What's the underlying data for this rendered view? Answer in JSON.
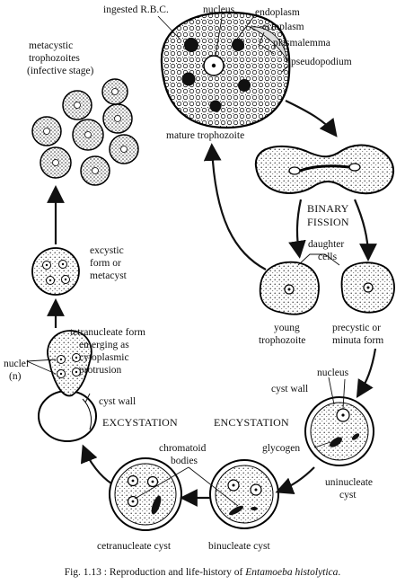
{
  "labels": {
    "ingested_rbc": "ingested R.B.C.",
    "nucleus_top": "nucleus",
    "endoplasm": "endoplasm",
    "ectoplasm": "ectoplasm",
    "plasmalemma": "plasmalemma",
    "pseudopodium": "pseudopodium",
    "mature_trophozoite": "mature trophozoite",
    "metacystic_line1": "metacystic",
    "metacystic_line2": "trophozoites",
    "metacystic_line3": "(infective stage)",
    "binary_line1": "BINARY",
    "binary_line2": "FISSION",
    "daughter_line1": "daughter",
    "daughter_line2": "cells",
    "excystic_line1": "excystic",
    "excystic_line2": "form or",
    "excystic_line3": "metacyst",
    "young_line1": "young",
    "young_line2": "trophozoite",
    "precystic_line1": "precystic or",
    "precystic_line2": "minuta form",
    "tetra_line1": "tetranucleate form",
    "tetra_line2": "emerging as",
    "tetra_line3": "cytoplasmic",
    "tetra_line4": "protrusion",
    "nuclei_line1": "nuclei",
    "nuclei_line2": "(n)",
    "nucleus_cyst": "nucleus",
    "cyst_wall_right": "cyst wall",
    "cyst_wall_left": "cyst wall",
    "excystation": "EXCYSTATION",
    "encystation": "ENCYSTATION",
    "chromatoid_line1": "chromatoid",
    "chromatoid_line2": "bodies",
    "glycogen": "glycogen",
    "uninucleate_line1": "uninucleate",
    "uninucleate_line2": "cyst",
    "tetranucleate_cyst": "cetranucleate cyst",
    "binucleate_cyst": "binucleate cyst"
  },
  "caption": {
    "prefix": "Fig. 1.13 : Reproduction and life-history of ",
    "species": "Entamoeba histolytica",
    "suffix": "."
  }
}
